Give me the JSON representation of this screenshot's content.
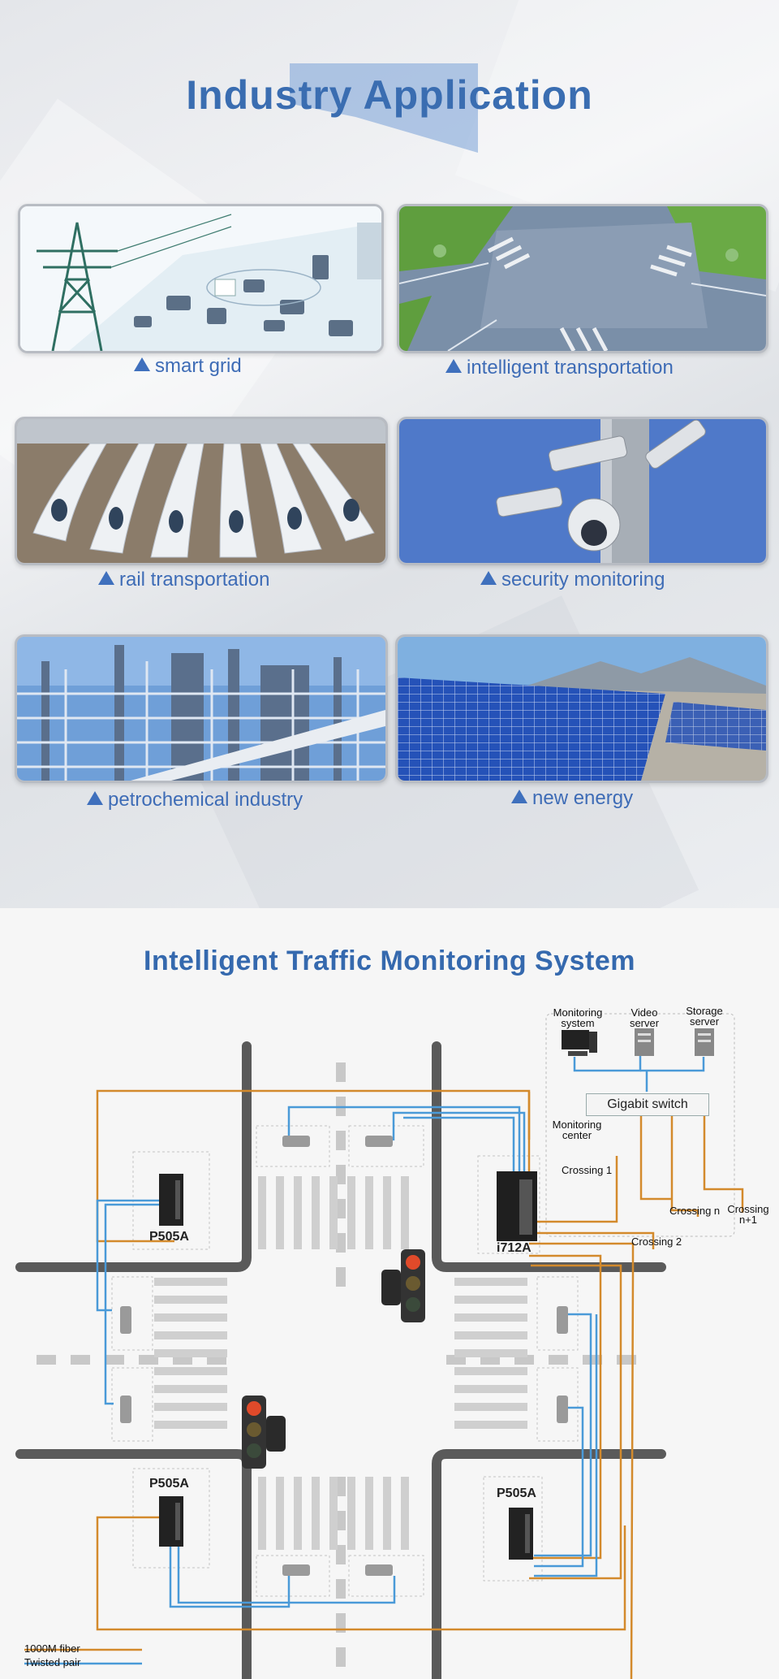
{
  "top": {
    "title": "Industry Application",
    "cards": [
      {
        "caption": "smart grid"
      },
      {
        "caption": "intelligent transportation"
      },
      {
        "caption": "rail transportation"
      },
      {
        "caption": "security monitoring"
      },
      {
        "caption": "petrochemical industry"
      },
      {
        "caption": "new energy"
      }
    ]
  },
  "diagram": {
    "title": "Intelligent Traffic Monitoring System",
    "center": {
      "monitoring_system": "Monitoring system",
      "video_server": "Video server",
      "storage_server": "Storage server",
      "gigabit_switch": "Gigabit switch",
      "monitoring_center": "Monitoring center"
    },
    "crossings": {
      "crossing1": "Crossing 1",
      "crossing2": "Crossing 2",
      "crossing_n": "Crossing n",
      "crossing_n1": "Crossing n+1"
    },
    "devices": {
      "top_left": "P505A",
      "top_right": "i712A",
      "bottom_left": "P505A",
      "bottom_right": "P505A"
    },
    "legend": {
      "fiber": "1000M fiber",
      "twisted": "Twisted pair",
      "fiber_color": "#d38a2c",
      "twisted_color": "#4a9ad8"
    }
  }
}
